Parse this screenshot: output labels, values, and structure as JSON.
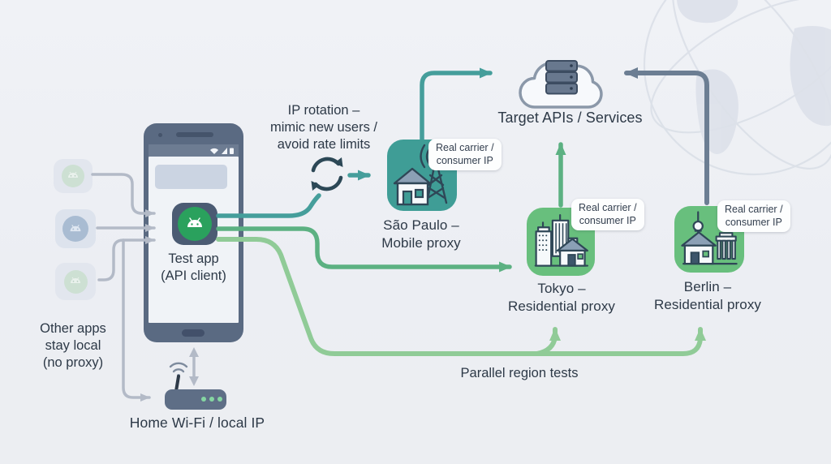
{
  "colors": {
    "background": "#eef0f4",
    "ink": "#2d3947",
    "gray-line": "#b3bac7",
    "teal": "#459e9b",
    "teal-icon": "#3f9d96",
    "green": "#5cb182",
    "green-icon": "#68bf7d",
    "light-green": "#90cb97",
    "slate-line": "#6c7e93",
    "slate-phone": "#5a6a82",
    "dark-stroke": "#2f4757"
  },
  "phone": {
    "app_label": "Test app\n(API client)"
  },
  "side_apps": {
    "caption": "Other apps\nstay local\n(no proxy)"
  },
  "router": {
    "label": "Home Wi-Fi / local IP"
  },
  "rotation": {
    "caption": "IP rotation –\nmimic new users /\navoid rate limits"
  },
  "proxies": {
    "sao_paulo": {
      "name": "São Paulo –\nMobile proxy",
      "badge": "Real carrier /\nconsumer IP"
    },
    "tokyo": {
      "name": "Tokyo –\nResidential proxy",
      "badge": "Real carrier /\nconsumer IP"
    },
    "berlin": {
      "name": "Berlin –\nResidential proxy",
      "badge": "Real carrier /\nconsumer IP"
    }
  },
  "cloud": {
    "label": "Target APIs / Services"
  },
  "bottom": {
    "parallel_label": "Parallel region tests"
  }
}
